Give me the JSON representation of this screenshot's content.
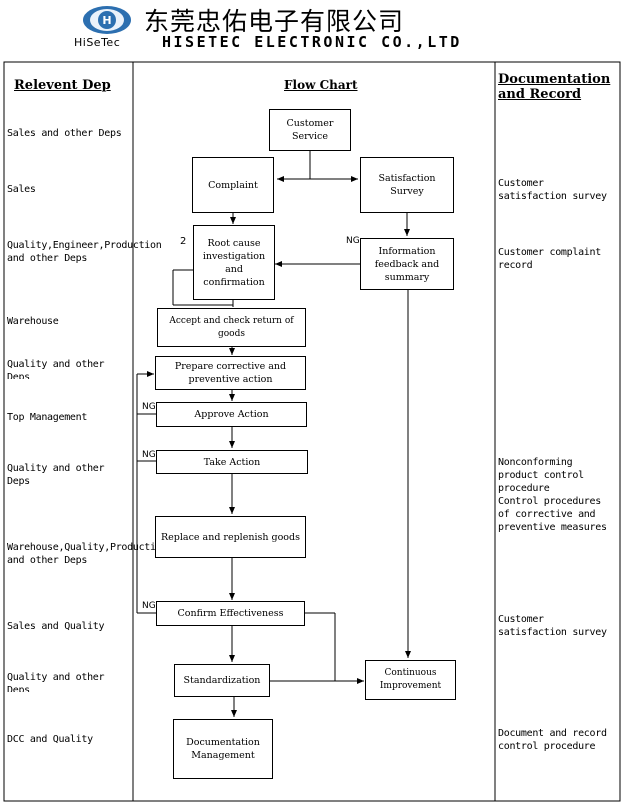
{
  "header": {
    "brand": "HiSeTec",
    "company_cn": "东莞忠佑电子有限公司",
    "company_en": "HISETEC ELECTRONIC CO.,LTD"
  },
  "columns": {
    "dep": "Relevent Dep",
    "flow": "Flow Chart",
    "doc": "Documentation and Record"
  },
  "departments": [
    "Sales and other Deps",
    "Sales",
    "Quality,Engineer,Production and other Deps",
    "Warehouse",
    "Quality and other Deps",
    "Top Management",
    "Quality and other Deps",
    "Warehouse,Quality,Production and other Deps",
    "Sales and Quality",
    "Quality and other Deps",
    "DCC and Quality"
  ],
  "documents": [
    "Customer\nsatisfaction survey",
    "Customer complaint\nrecord",
    "Nonconforming\nproduct control\nprocedure\nControl procedures\nof corrective and\npreventive measures",
    "Customer\nsatisfaction survey",
    "Document and record\ncontrol procedure"
  ],
  "flow": {
    "customer_service": "Customer Service",
    "complaint": "Complaint",
    "satisfaction_survey": "Satisfaction Survey",
    "root_cause": "Root cause investigation and confirmation",
    "info_feedback": "Information feedback and summary",
    "accept_return": "Accept and check return of goods",
    "prepare_action": "Prepare corrective and preventive action",
    "approve_action": "Approve Action",
    "take_action": "Take Action",
    "replace_goods": "Replace and replenish goods",
    "confirm_effect": "Confirm Effectiveness",
    "standardization": "Standardization",
    "continuous": "Continuous Improvement",
    "documentation": "Documentation Management"
  },
  "marks": {
    "ng": "NG",
    "two": "2"
  }
}
